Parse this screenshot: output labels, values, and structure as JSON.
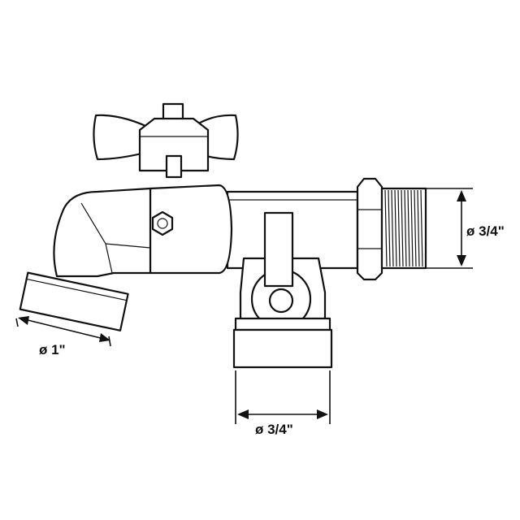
{
  "dimensions": {
    "spout_outlet": "ø 1\"",
    "inlet_thread": "ø 3/4\"",
    "branch_outlet": "ø 3/4\""
  },
  "colors": {
    "line": "#111111",
    "fill": "#ffffff"
  }
}
